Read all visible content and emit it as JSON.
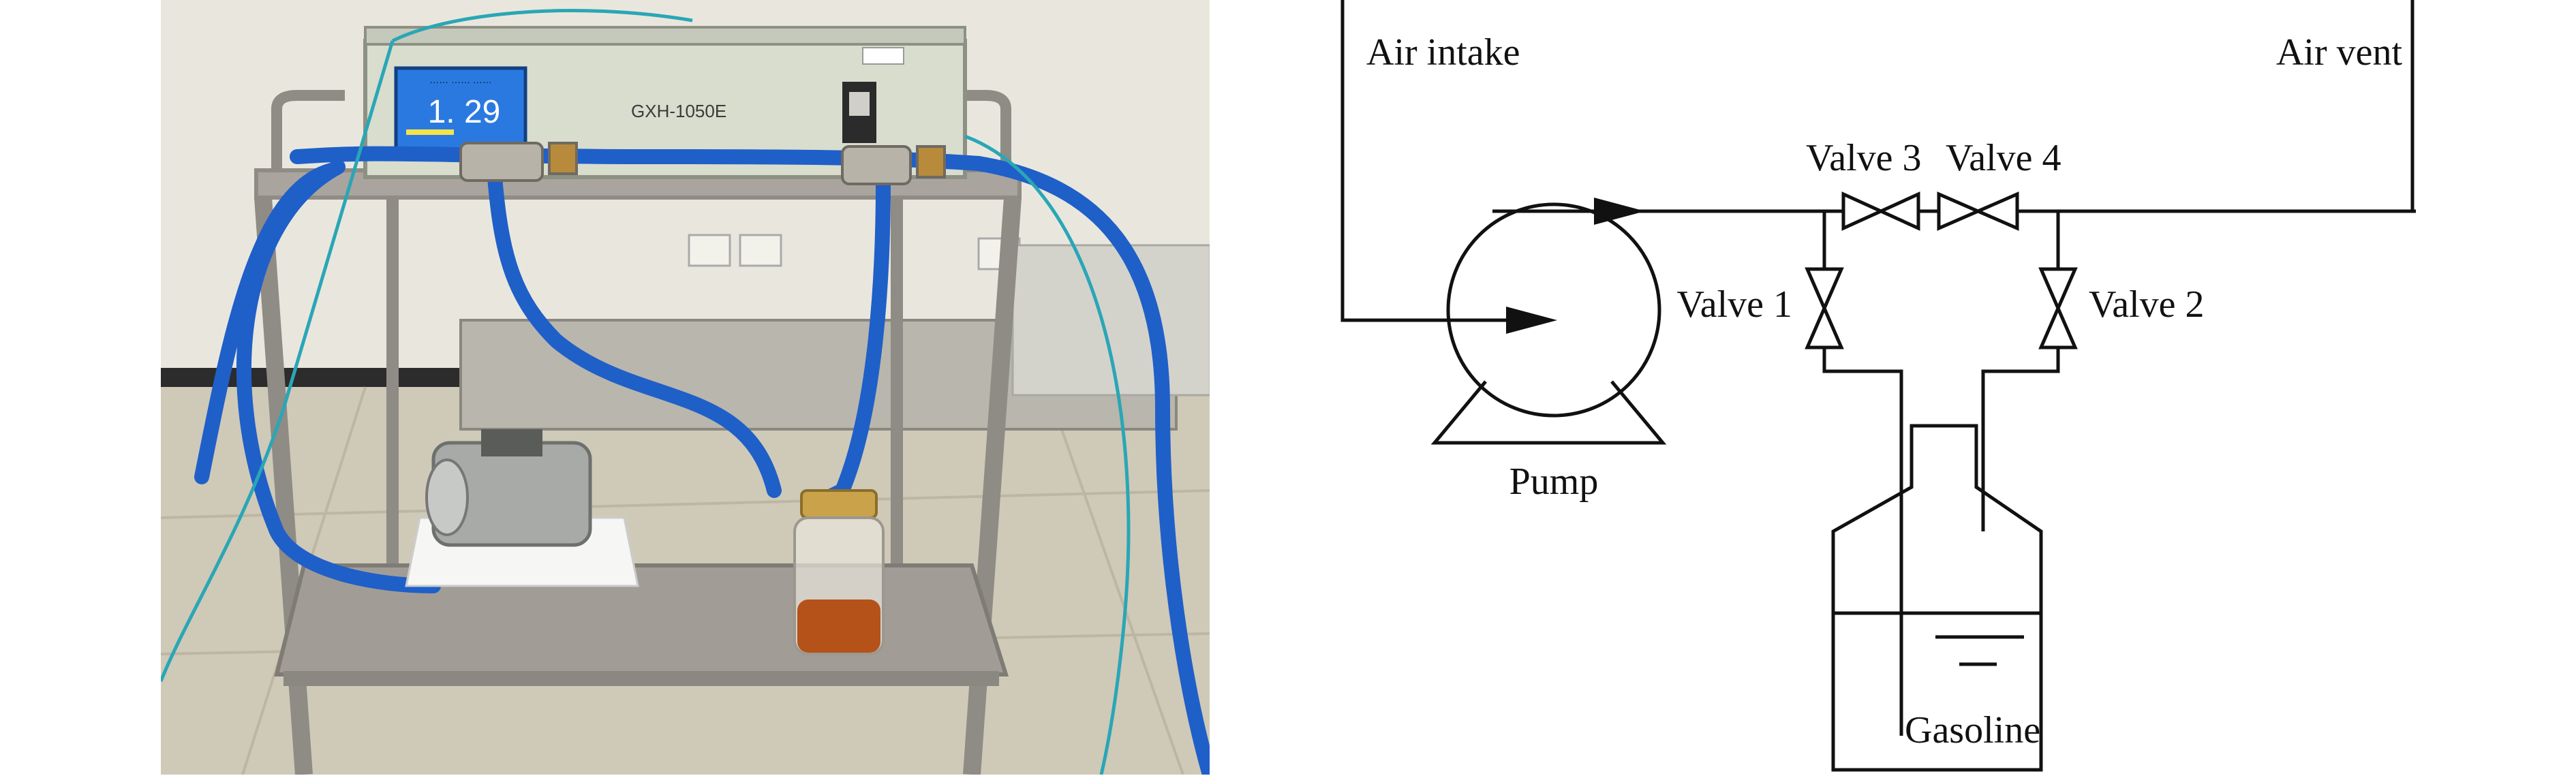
{
  "photo": {
    "display_value": "1. 29",
    "device_model": "GXH-1050E",
    "screen_header": "……  ……  ……",
    "colors": {
      "wall": "#e8e6dc",
      "floor": "#cfc8b6",
      "steel": "#9a9690",
      "hose": "#1f5fc8",
      "screen": "#2a79e0",
      "panel": "#d9ded0",
      "gasoline": "#b4521a"
    }
  },
  "diagram": {
    "air_intake_label": "Air intake",
    "air_vent_label": "Air vent",
    "valve3_label": "Valve 3",
    "valve4_label": "Valve 4",
    "valve1_label": "Valve 1",
    "valve2_label": "Valve 2",
    "pump_label": "Pump",
    "gasoline_label": "Gasoline",
    "line_color": "#111111"
  }
}
